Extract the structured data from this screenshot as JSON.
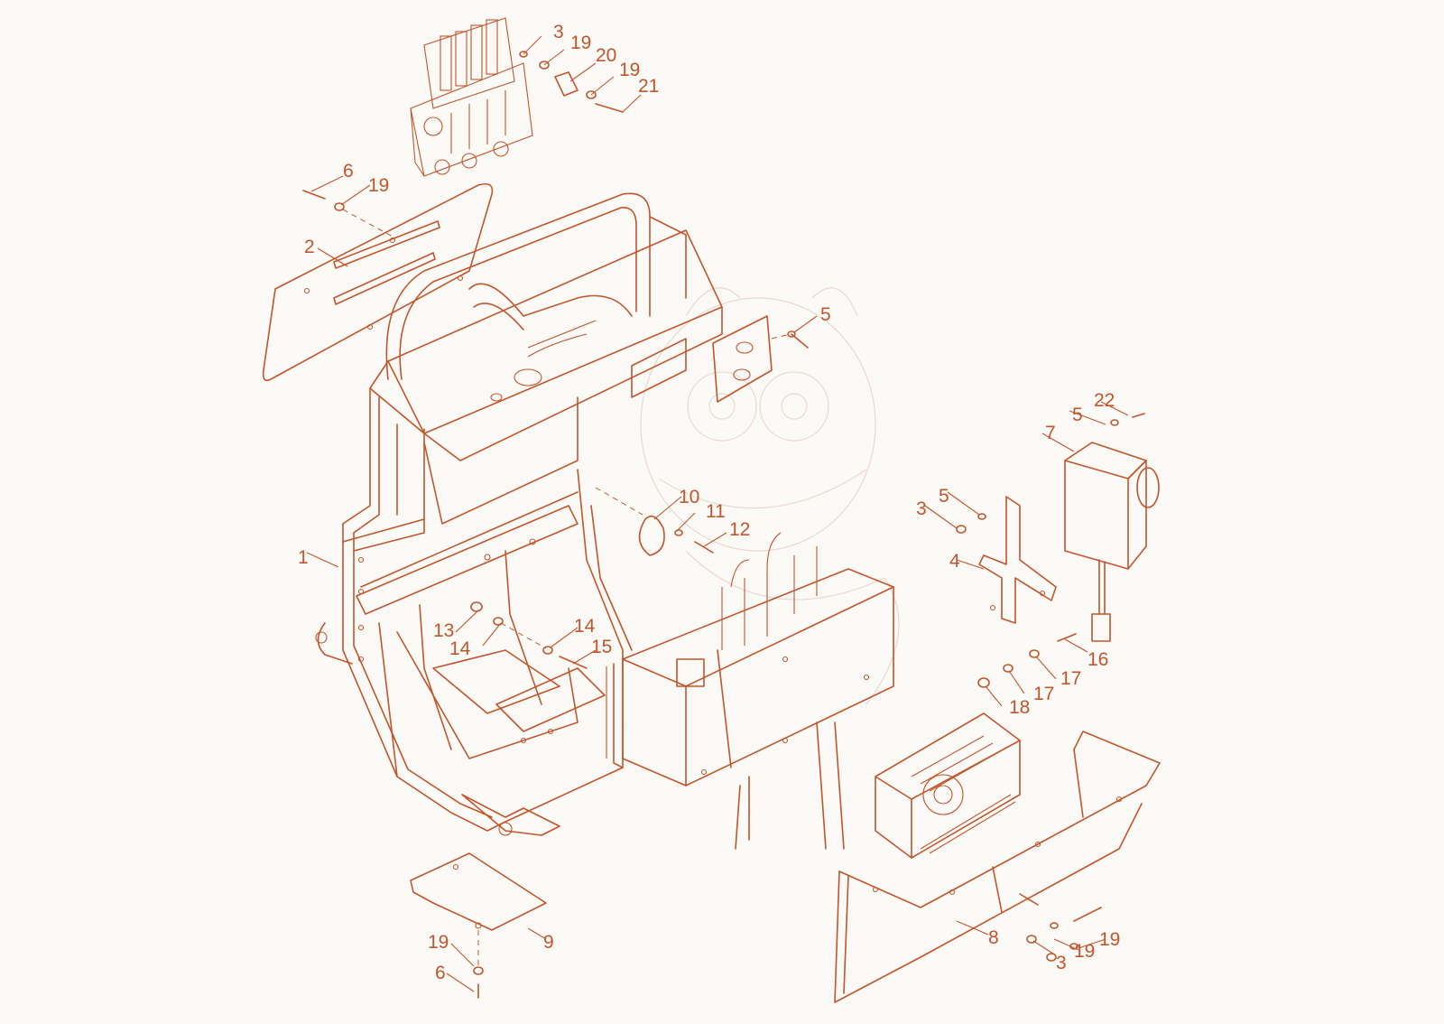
{
  "callouts": [
    {
      "id": "c3a",
      "text": "3"
    },
    {
      "id": "c19a",
      "text": "19"
    },
    {
      "id": "c20",
      "text": "20"
    },
    {
      "id": "c19b",
      "text": "19"
    },
    {
      "id": "c21",
      "text": "21"
    },
    {
      "id": "c6a",
      "text": "6"
    },
    {
      "id": "c19c",
      "text": "19"
    },
    {
      "id": "c2",
      "text": "2"
    },
    {
      "id": "c5a",
      "text": "5"
    },
    {
      "id": "c22",
      "text": "22"
    },
    {
      "id": "c5b",
      "text": "5"
    },
    {
      "id": "c7",
      "text": "7"
    },
    {
      "id": "c10",
      "text": "10"
    },
    {
      "id": "c11",
      "text": "11"
    },
    {
      "id": "c12",
      "text": "12"
    },
    {
      "id": "c5c",
      "text": "5"
    },
    {
      "id": "c3b",
      "text": "3"
    },
    {
      "id": "c4",
      "text": "4"
    },
    {
      "id": "c1",
      "text": "1"
    },
    {
      "id": "c13",
      "text": "13"
    },
    {
      "id": "c14a",
      "text": "14"
    },
    {
      "id": "c14b",
      "text": "14"
    },
    {
      "id": "c15",
      "text": "15"
    },
    {
      "id": "c16",
      "text": "16"
    },
    {
      "id": "c17a",
      "text": "17"
    },
    {
      "id": "c17b",
      "text": "17"
    },
    {
      "id": "c18",
      "text": "18"
    },
    {
      "id": "c9",
      "text": "9"
    },
    {
      "id": "c19d",
      "text": "19"
    },
    {
      "id": "c6b",
      "text": "6"
    },
    {
      "id": "c8",
      "text": "8"
    },
    {
      "id": "c19e",
      "text": "19"
    },
    {
      "id": "c19f",
      "text": "19"
    },
    {
      "id": "c3c",
      "text": "3"
    }
  ],
  "colors": {
    "line": "#c2552b",
    "background": "#fcfaf7",
    "watermark": "#ead7cf"
  }
}
